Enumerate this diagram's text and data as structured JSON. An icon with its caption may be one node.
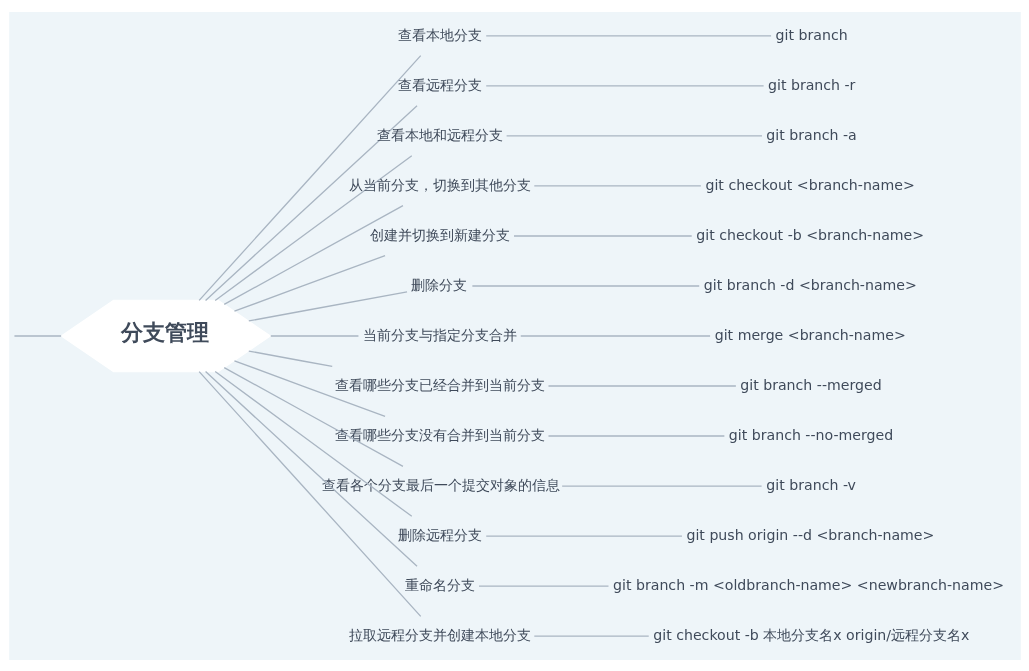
{
  "diagram": {
    "nodes": [
      {
        "text": [
          "分支管理"
        ]
      },
      {
        "text": [
          "查看本地分支"
        ]
      },
      {
        "text": [
          "git branch"
        ]
      },
      {
        "text": [
          "查看远程分支"
        ]
      },
      {
        "text": [
          "git branch -r"
        ]
      },
      {
        "text": [
          "查看本地和远程分支"
        ]
      },
      {
        "text": [
          "git branch -a"
        ]
      },
      {
        "text": [
          "从当前分支，切换到其他分支"
        ]
      },
      {
        "text": [
          "git checkout <branch-name>"
        ]
      },
      {
        "text": [
          "创建并切换到新建分支"
        ]
      },
      {
        "text": [
          "git checkout -b <branch-name>"
        ]
      },
      {
        "text": [
          "删除分支"
        ]
      },
      {
        "text": [
          "git branch -d <branch-name>"
        ]
      },
      {
        "text": [
          "当前分支与指定分支合并"
        ]
      },
      {
        "text": [
          "git merge <branch-name>"
        ]
      },
      {
        "text": [
          "查看哪些分支已经合并到当前分支"
        ]
      },
      {
        "text": [
          "git branch --merged"
        ]
      },
      {
        "text": [
          "查看哪些分支没有合并到当前分支"
        ]
      },
      {
        "text": [
          "git branch --no-merged"
        ]
      },
      {
        "text": [
          "查看各个分支最后一个提交对象的信息"
        ]
      },
      {
        "text": [
          "git branch -v"
        ]
      },
      {
        "text": [
          "删除远程分支"
        ]
      },
      {
        "text": [
          "git push origin --d <branch-name>"
        ]
      },
      {
        "text": [
          "重命名分支"
        ]
      },
      {
        "text": [
          "git branch -m <oldbranch-name> <newbranch-name>"
        ]
      },
      {
        "text": [
          "拉取远程分支并创建本地分支"
        ]
      },
      {
        "text": [
          "git checkout -b 本地分支名x origin/远程分支名x"
        ]
      }
    ],
    "edges": [
      {
        "from": null,
        "to": 0,
        "arrow": "none"
      },
      {
        "from": 0,
        "to": 1,
        "arrow": "none"
      },
      {
        "from": 1,
        "to": 2,
        "arrow": "none"
      },
      {
        "from": 0,
        "to": 3,
        "arrow": "none"
      },
      {
        "from": 3,
        "to": 4,
        "arrow": "none"
      },
      {
        "from": 0,
        "to": 5,
        "arrow": "none"
      },
      {
        "from": 5,
        "to": 6,
        "arrow": "none"
      },
      {
        "from": 0,
        "to": 7,
        "arrow": "none"
      },
      {
        "from": 7,
        "to": 8,
        "arrow": "none"
      },
      {
        "from": 0,
        "to": 9,
        "arrow": "none"
      },
      {
        "from": 9,
        "to": 10,
        "arrow": "none"
      },
      {
        "from": 0,
        "to": 11,
        "arrow": "none"
      },
      {
        "from": 11,
        "to": 12,
        "arrow": "none"
      },
      {
        "from": 0,
        "to": 13,
        "arrow": "none"
      },
      {
        "from": 13,
        "to": 14,
        "arrow": "none"
      },
      {
        "from": 0,
        "to": 15,
        "arrow": "none"
      },
      {
        "from": 15,
        "to": 16,
        "arrow": "none"
      },
      {
        "from": 0,
        "to": 17,
        "arrow": "none"
      },
      {
        "from": 17,
        "to": 18,
        "arrow": "none"
      },
      {
        "from": 0,
        "to": 19,
        "arrow": "none"
      },
      {
        "from": 19,
        "to": 20,
        "arrow": "none"
      },
      {
        "from": 0,
        "to": 21,
        "arrow": "none"
      },
      {
        "from": 21,
        "to": 22,
        "arrow": "none"
      },
      {
        "from": 0,
        "to": 23,
        "arrow": "none"
      },
      {
        "from": 23,
        "to": 24,
        "arrow": "none"
      },
      {
        "from": 0,
        "to": 25,
        "arrow": "none"
      },
      {
        "from": 25,
        "to": 26,
        "arrow": "none"
      }
    ]
  }
}
